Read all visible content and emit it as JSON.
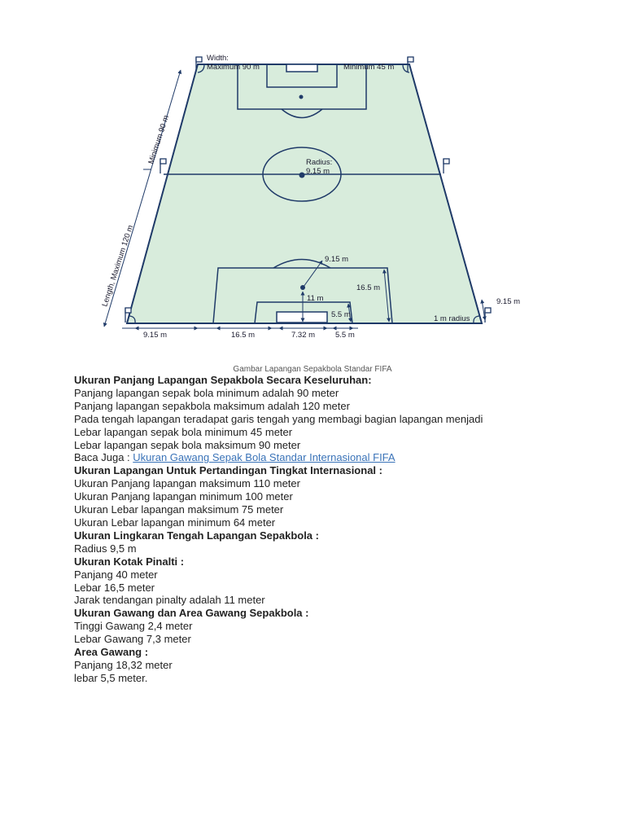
{
  "figure": {
    "labels": {
      "width": "Width:",
      "max_width": "Maximum 90 m",
      "min_width": "Minimum 45 m",
      "min_length": "Minimum 90 m",
      "max_length": "Length, Maximum 120 m",
      "radius_title": "Radius:",
      "radius_value": "9.15 m",
      "arc_radius": "9.15 m",
      "penalty_depth": "16.5 m",
      "penalty_spot": "11 m",
      "goal_area_depth": "5.5 m",
      "corner_radius": "1 m radius",
      "corner_distance": "9.15 m",
      "bottom_1": "9.15 m",
      "bottom_2": "16.5 m",
      "bottom_3": "7.32 m",
      "bottom_4": "5.5 m"
    },
    "colors": {
      "field": "#d8ecdc",
      "lines": "#1f3a68"
    }
  },
  "caption": "Gambar Lapangan Sepakbola Standar FIFA",
  "content": {
    "h1": "Ukuran Panjang Lapangan Sepakbola Secara Keseluruhan:",
    "p1": "Panjang lapangan sepak bola minimum adalah 90 meter",
    "p2": "Panjang lapangan sepakbola maksimum adalah 120 meter",
    "p3": "Pada tengah lapangan teradapat garis tengah yang membagi bagian lapangan menjadi",
    "p4": "Lebar lapangan sepak bola minimum 45 meter",
    "p5": "Lebar lapangan sepak bola maksimum 90 meter",
    "read_also_prefix": "Baca Juga : ",
    "read_also_link": "Ukuran Gawang Sepak Bola Standar Internasional FIFA",
    "h2": "Ukuran Lapangan Untuk Pertandingan Tingkat Internasional :",
    "p6": "Ukuran Panjang lapangan maksimum 110 meter",
    "p7": "Ukuran Panjang lapangan minimum 100 meter",
    "p8": "Ukuran Lebar lapangan maksimum 75 meter",
    "p9": "Ukuran Lebar lapangan minimum 64 meter",
    "h3": "Ukuran Lingkaran Tengah Lapangan Sepakbola :",
    "p10": "Radius 9,5 m",
    "h4": "Ukuran Kotak Pinalti :",
    "p11": "Panjang 40 meter",
    "p12": "Lebar 16,5 meter",
    "p13": "Jarak tendangan pinalty adalah 11 meter",
    "h5": "Ukuran Gawang dan Area Gawang Sepakbola :",
    "p14": "Tinggi Gawang 2,4 meter",
    "p15": "Lebar Gawang 7,3 meter",
    "h6": "Area Gawang :",
    "p16": "Panjang 18,32 meter",
    "p17": "lebar 5,5 meter."
  }
}
